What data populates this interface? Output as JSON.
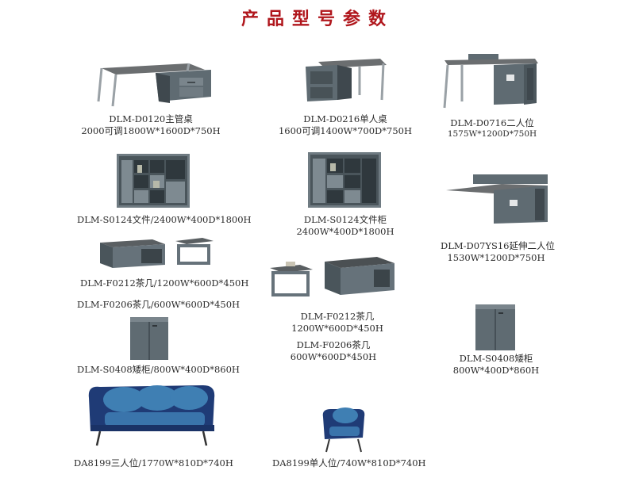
{
  "title": "产品型号参数",
  "products": {
    "d0120": {
      "name": "DLM-D0120主管桌",
      "spec": "2000可调1800W*1600D*750H"
    },
    "d0216": {
      "name": "DLM-D0216单人桌",
      "spec": "1600可调1400W*700D*750H"
    },
    "d0716": {
      "name": "DLM-D0716二人位",
      "spec": "1575W*1200D*750H"
    },
    "s0124a": {
      "name": "DLM-S0124文件/2400W*400D*1800H"
    },
    "s0124b": {
      "name": "DLM-S0124文件柜",
      "spec": "2400W*400D*1800H"
    },
    "d07ys16": {
      "name": "DLM-D07YS16延伸二人位",
      "spec": "1530W*1200D*750H"
    },
    "f0212a": {
      "name": "DLM-F0212茶几/1200W*600D*450H"
    },
    "f0206a": {
      "name": "DLM-F0206茶几/600W*600D*450H"
    },
    "f0212b": {
      "name": "DLM-F0212茶几",
      "spec": "1200W*600D*450H"
    },
    "f0206b": {
      "name": "DLM-F0206茶几",
      "spec": "600W*600D*450H"
    },
    "s0408a": {
      "name": "DLM-S0408矮柜/800W*400D*860H"
    },
    "s0408b": {
      "name": "DLM-S0408矮柜",
      "spec": "800W*400D*860H"
    },
    "da8199a": {
      "name": "DA8199三人位/1770W*810D*740H"
    },
    "da8199b": {
      "name": "DA8199单人位/740W*810D*740H"
    }
  },
  "colors": {
    "title": "#b0161c",
    "panel": "#5f6b72",
    "panel_dark": "#3f484e",
    "top": "#6b6e70",
    "steel": "#a9b0b5",
    "sofa": "#1f3b76",
    "cushion": "#3f7fb3"
  }
}
